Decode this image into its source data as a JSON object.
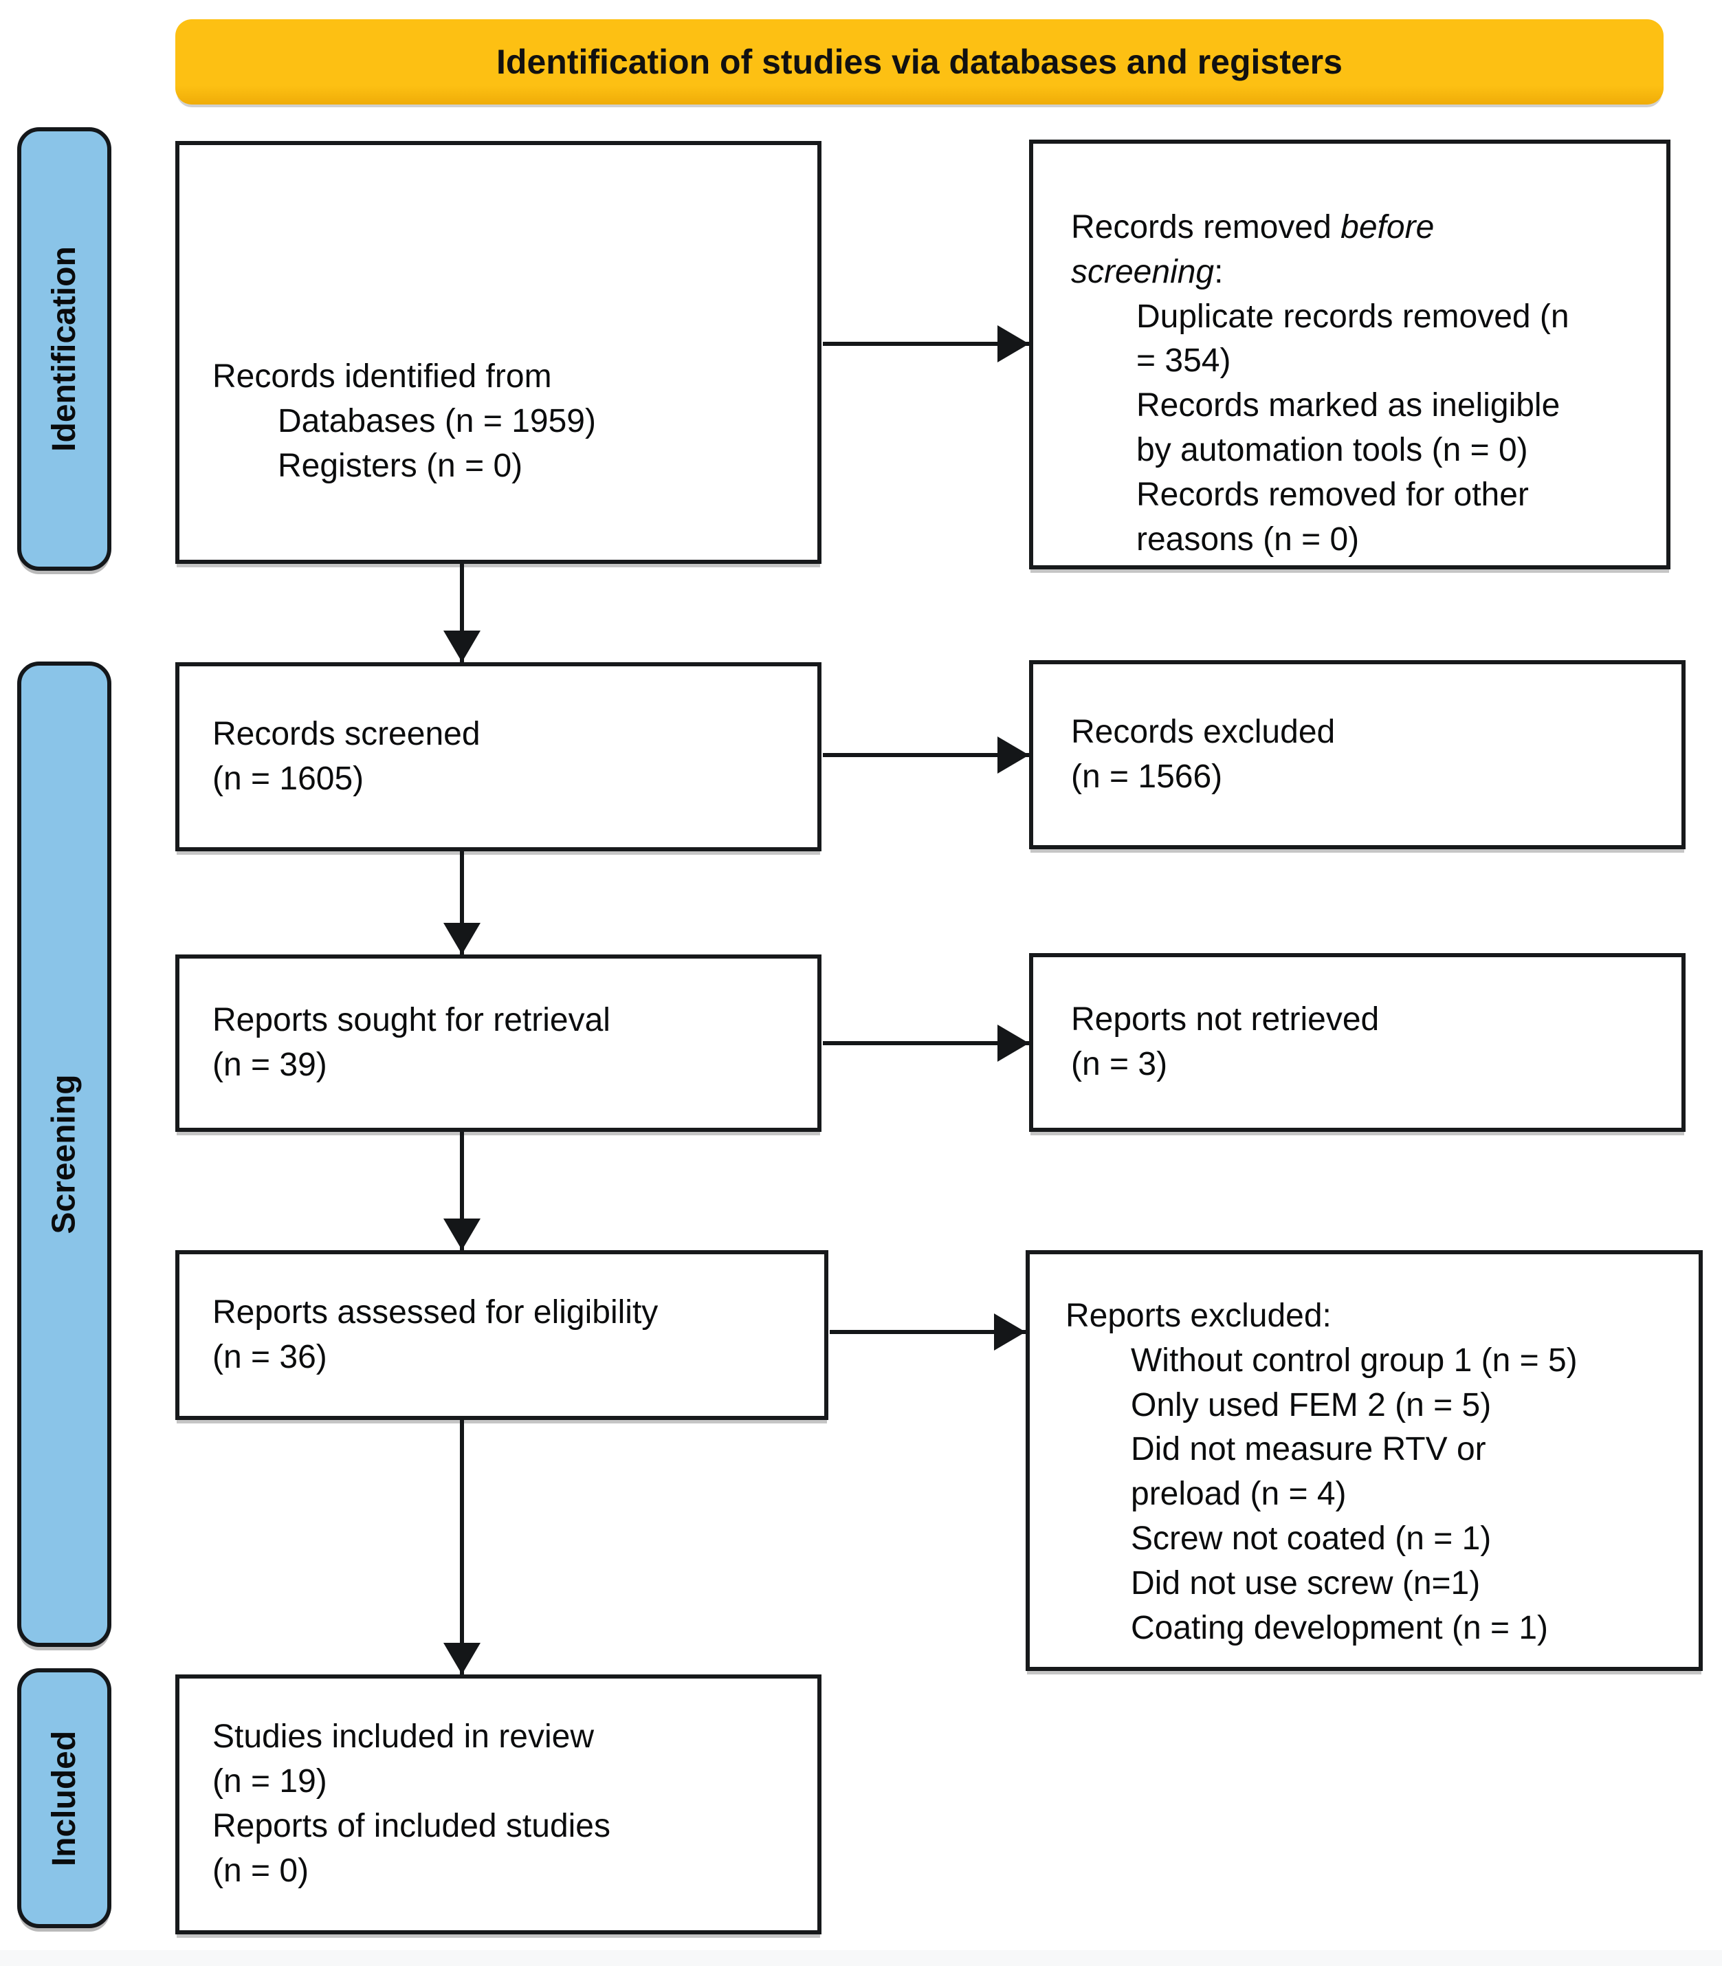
{
  "banner": {
    "title": "Identification of studies via databases and registers"
  },
  "stages": {
    "identification": "Identification",
    "screening": "Screening",
    "included": "Included"
  },
  "boxes": {
    "records_identified": {
      "heading": "Records identified from",
      "items": [
        "Databases (n = 1959)",
        "Registers (n = 0)"
      ]
    },
    "records_removed": {
      "heading_prefix": "Records removed ",
      "heading_italic": "before screening",
      "heading_suffix": ":",
      "items": [
        "Duplicate records removed (n = 354)",
        "Records marked as ineligible by automation tools (n = 0)",
        "Records removed for other reasons (n = 0)"
      ]
    },
    "records_screened": {
      "lines": [
        "Records screened",
        "(n = 1605)"
      ]
    },
    "records_excluded": {
      "lines": [
        "Records excluded",
        "(n = 1566)"
      ]
    },
    "reports_sought": {
      "lines": [
        "Reports sought for retrieval",
        "(n = 39)"
      ]
    },
    "reports_not_retrieved": {
      "lines": [
        "Reports not retrieved",
        "(n = 3)"
      ]
    },
    "reports_assessed": {
      "lines": [
        "Reports assessed for eligibility",
        "(n = 36)"
      ]
    },
    "reports_excluded": {
      "heading": "Reports excluded:",
      "items": [
        "Without control group 1 (n = 5)",
        "Only used FEM 2 (n = 5)",
        "Did not measure RTV or preload (n = 4)",
        "Screw not coated (n = 1)",
        "Did not use screw (n=1)",
        "Coating development (n = 1)"
      ]
    },
    "studies_included": {
      "lines": [
        "Studies included in review",
        "(n = 19)",
        "Reports of included studies",
        "(n = 0)"
      ]
    }
  },
  "colors": {
    "banner_fill": "#FDC013",
    "stage_fill": "#8AC4E8",
    "box_border": "#17191B",
    "arrow_color": "#141618"
  }
}
